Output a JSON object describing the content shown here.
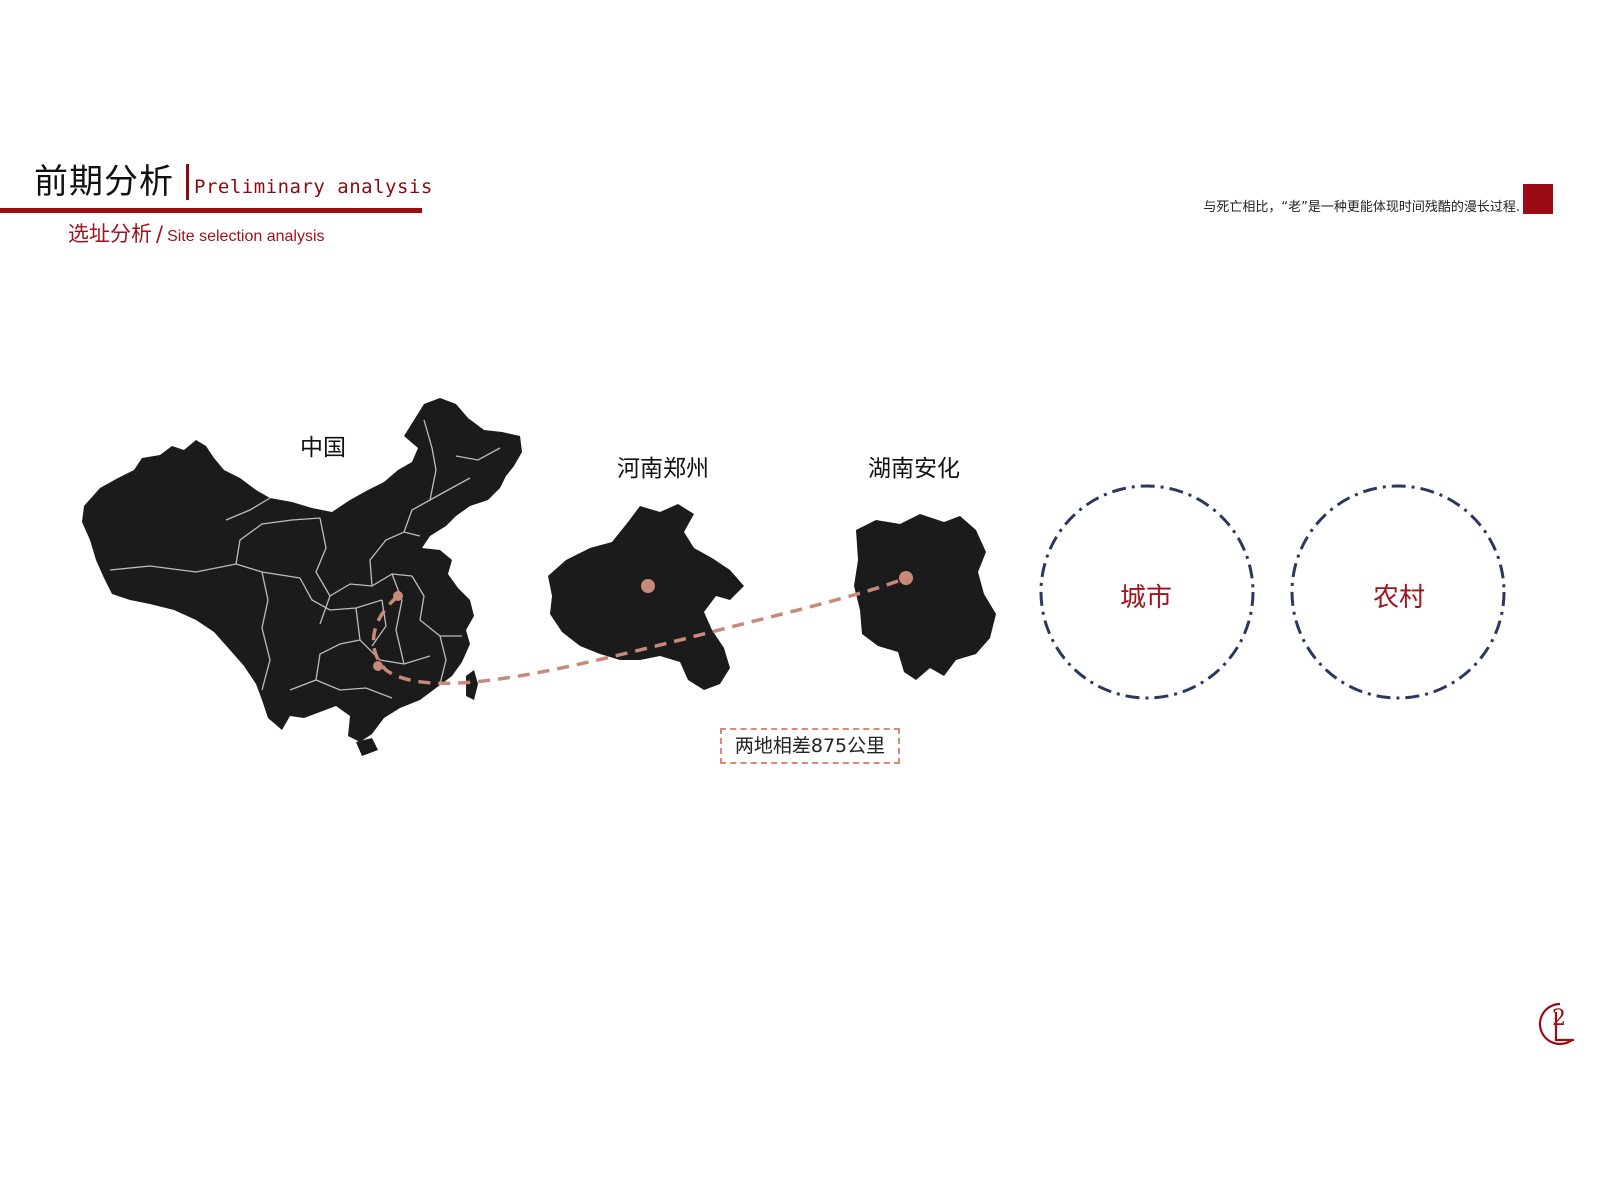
{
  "header": {
    "title_cn": "前期分析",
    "title_en": "Preliminary analysis",
    "subtitle_cn": "选址分析",
    "subtitle_sep": "/",
    "subtitle_en": "Site selection analysis",
    "quote": "与死亡相比，“老”是一种更能体现时间残酷的漫长过程."
  },
  "maps": {
    "china_label": "中国",
    "henan_label": "河南郑州",
    "hunan_label": "湖南安化",
    "distance_note": "两地相差875公里"
  },
  "concepts": {
    "city": "城市",
    "rural": "农村"
  },
  "page": {
    "number": "2"
  },
  "colors": {
    "accent": "#9b0b14",
    "map_fill": "#1b1b1b",
    "route": "#c88a78",
    "circle": "#2a3760"
  }
}
